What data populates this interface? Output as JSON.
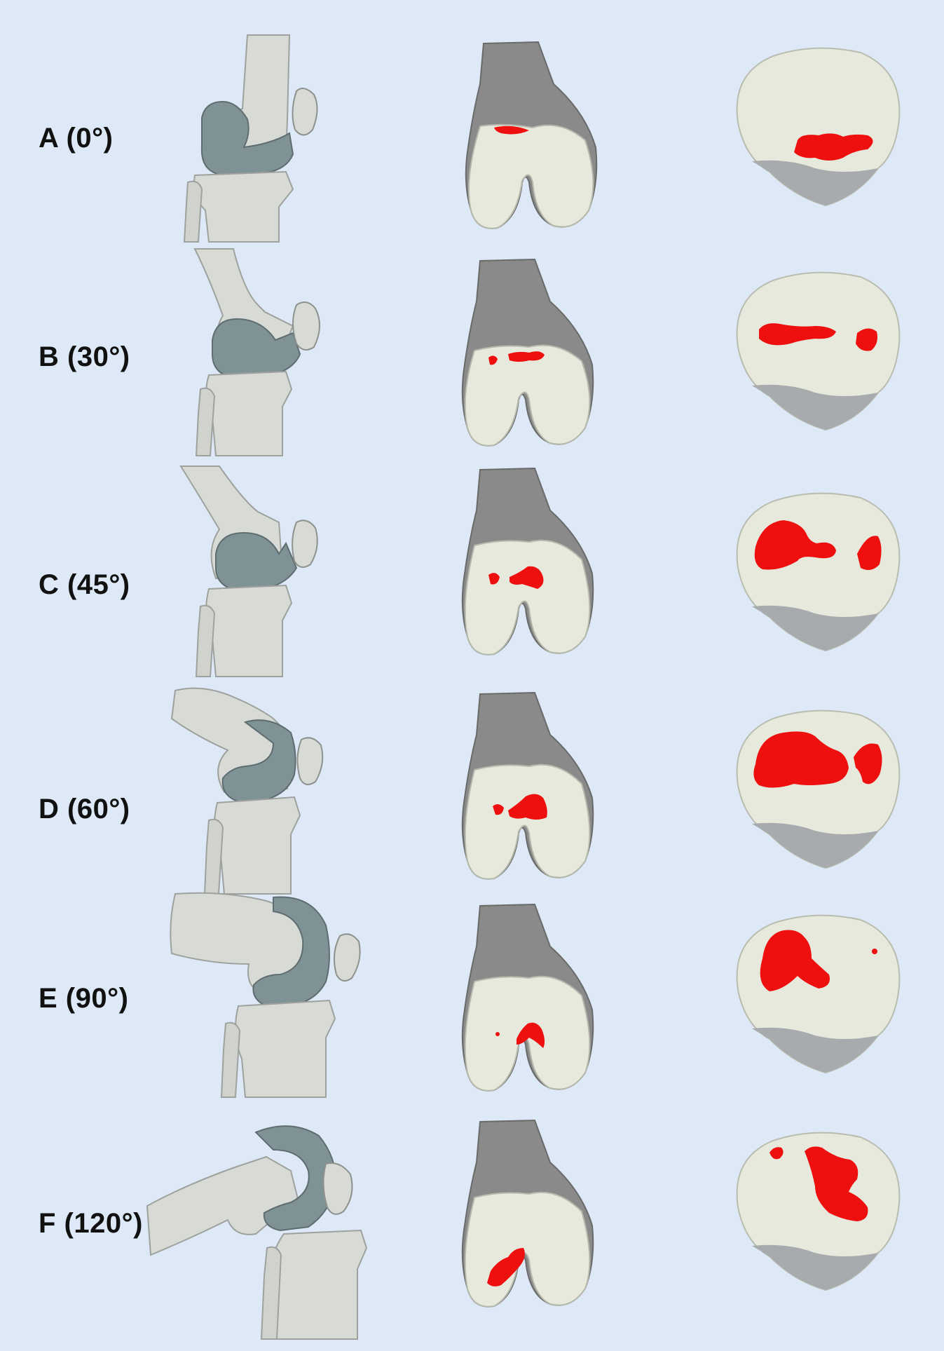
{
  "rows": [
    {
      "id": "A",
      "label": "A (0°)"
    },
    {
      "id": "B",
      "label": "B (30°)"
    },
    {
      "id": "C",
      "label": "C (45°)"
    },
    {
      "id": "D",
      "label": "D (60°)"
    },
    {
      "id": "E",
      "label": "E (90°)"
    },
    {
      "id": "F",
      "label": "F (120°)"
    }
  ],
  "colors": {
    "background": "#dde9f6",
    "bone": "#d8dad6",
    "cartilage": "#7f9296",
    "femur_shaft": "#8a8a8a",
    "condyle": "#e6e9dc",
    "contact_area": "#ee0f0f",
    "label_text": "#111111"
  }
}
